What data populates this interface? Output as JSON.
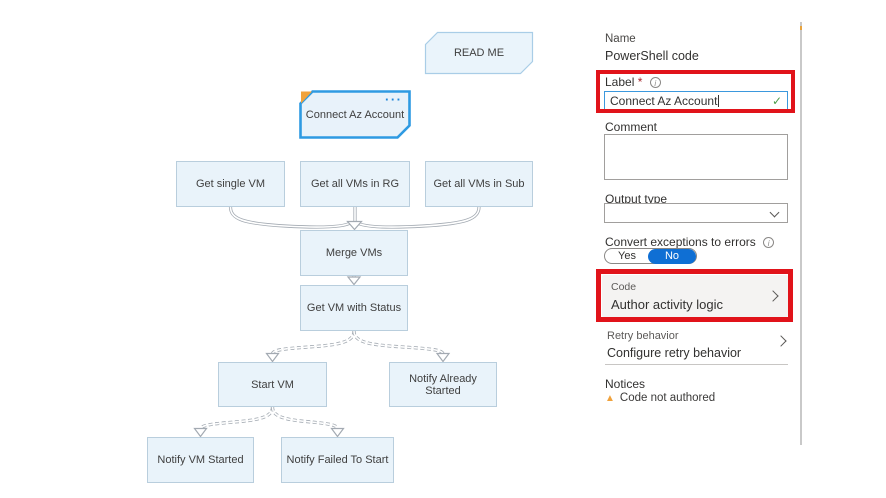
{
  "flowchart": {
    "nodes": [
      {
        "id": "read-me",
        "label": "READ ME"
      },
      {
        "id": "connect-az-account",
        "label": "Connect Az Account"
      },
      {
        "id": "get-single-vm",
        "label": "Get single VM"
      },
      {
        "id": "get-all-vms-in-rg",
        "label": "Get all VMs in RG"
      },
      {
        "id": "get-all-vms-in-sub",
        "label": "Get all VMs in Sub"
      },
      {
        "id": "merge-vms",
        "label": "Merge VMs"
      },
      {
        "id": "get-vm-with-status",
        "label": "Get VM with Status"
      },
      {
        "id": "start-vm",
        "label": "Start VM"
      },
      {
        "id": "notify-already-started",
        "label": "Notify Already Started"
      },
      {
        "id": "notify-vm-started",
        "label": "Notify VM Started"
      },
      {
        "id": "notify-failed-to-start",
        "label": "Notify Failed To Start"
      }
    ],
    "selected_node": "connect-az-account",
    "ellipsis_menu": "···"
  },
  "panel": {
    "name_label": "Name",
    "name_value": "PowerShell code",
    "label_field": {
      "label": "Label",
      "required_mark": "*",
      "info_icon": "i",
      "value": "Connect Az Account",
      "valid_icon": "✓"
    },
    "comment": {
      "label": "Comment",
      "value": ""
    },
    "output_type": {
      "label": "Output type",
      "value": ""
    },
    "convert_exceptions": {
      "label": "Convert exceptions to errors",
      "info_icon": "i",
      "options": [
        "Yes",
        "No"
      ],
      "selected": "No"
    },
    "code_card": {
      "label": "Code",
      "value": "Author activity logic"
    },
    "retry": {
      "label": "Retry behavior",
      "value": "Configure retry behavior"
    },
    "notices": {
      "label": "Notices",
      "warning_icon": "▲",
      "warning_text": "Code not authored"
    }
  },
  "colors": {
    "node_fill": "#e9f3fa",
    "node_border": "#b9cedd",
    "selected_border": "#2e9ae2",
    "connector": "#a3aab2",
    "annotation_red": "#e1131a",
    "accent_blue": "#0f6fd4",
    "valid_green": "#4a9d4a",
    "warning_orange": "#f0a23c"
  }
}
